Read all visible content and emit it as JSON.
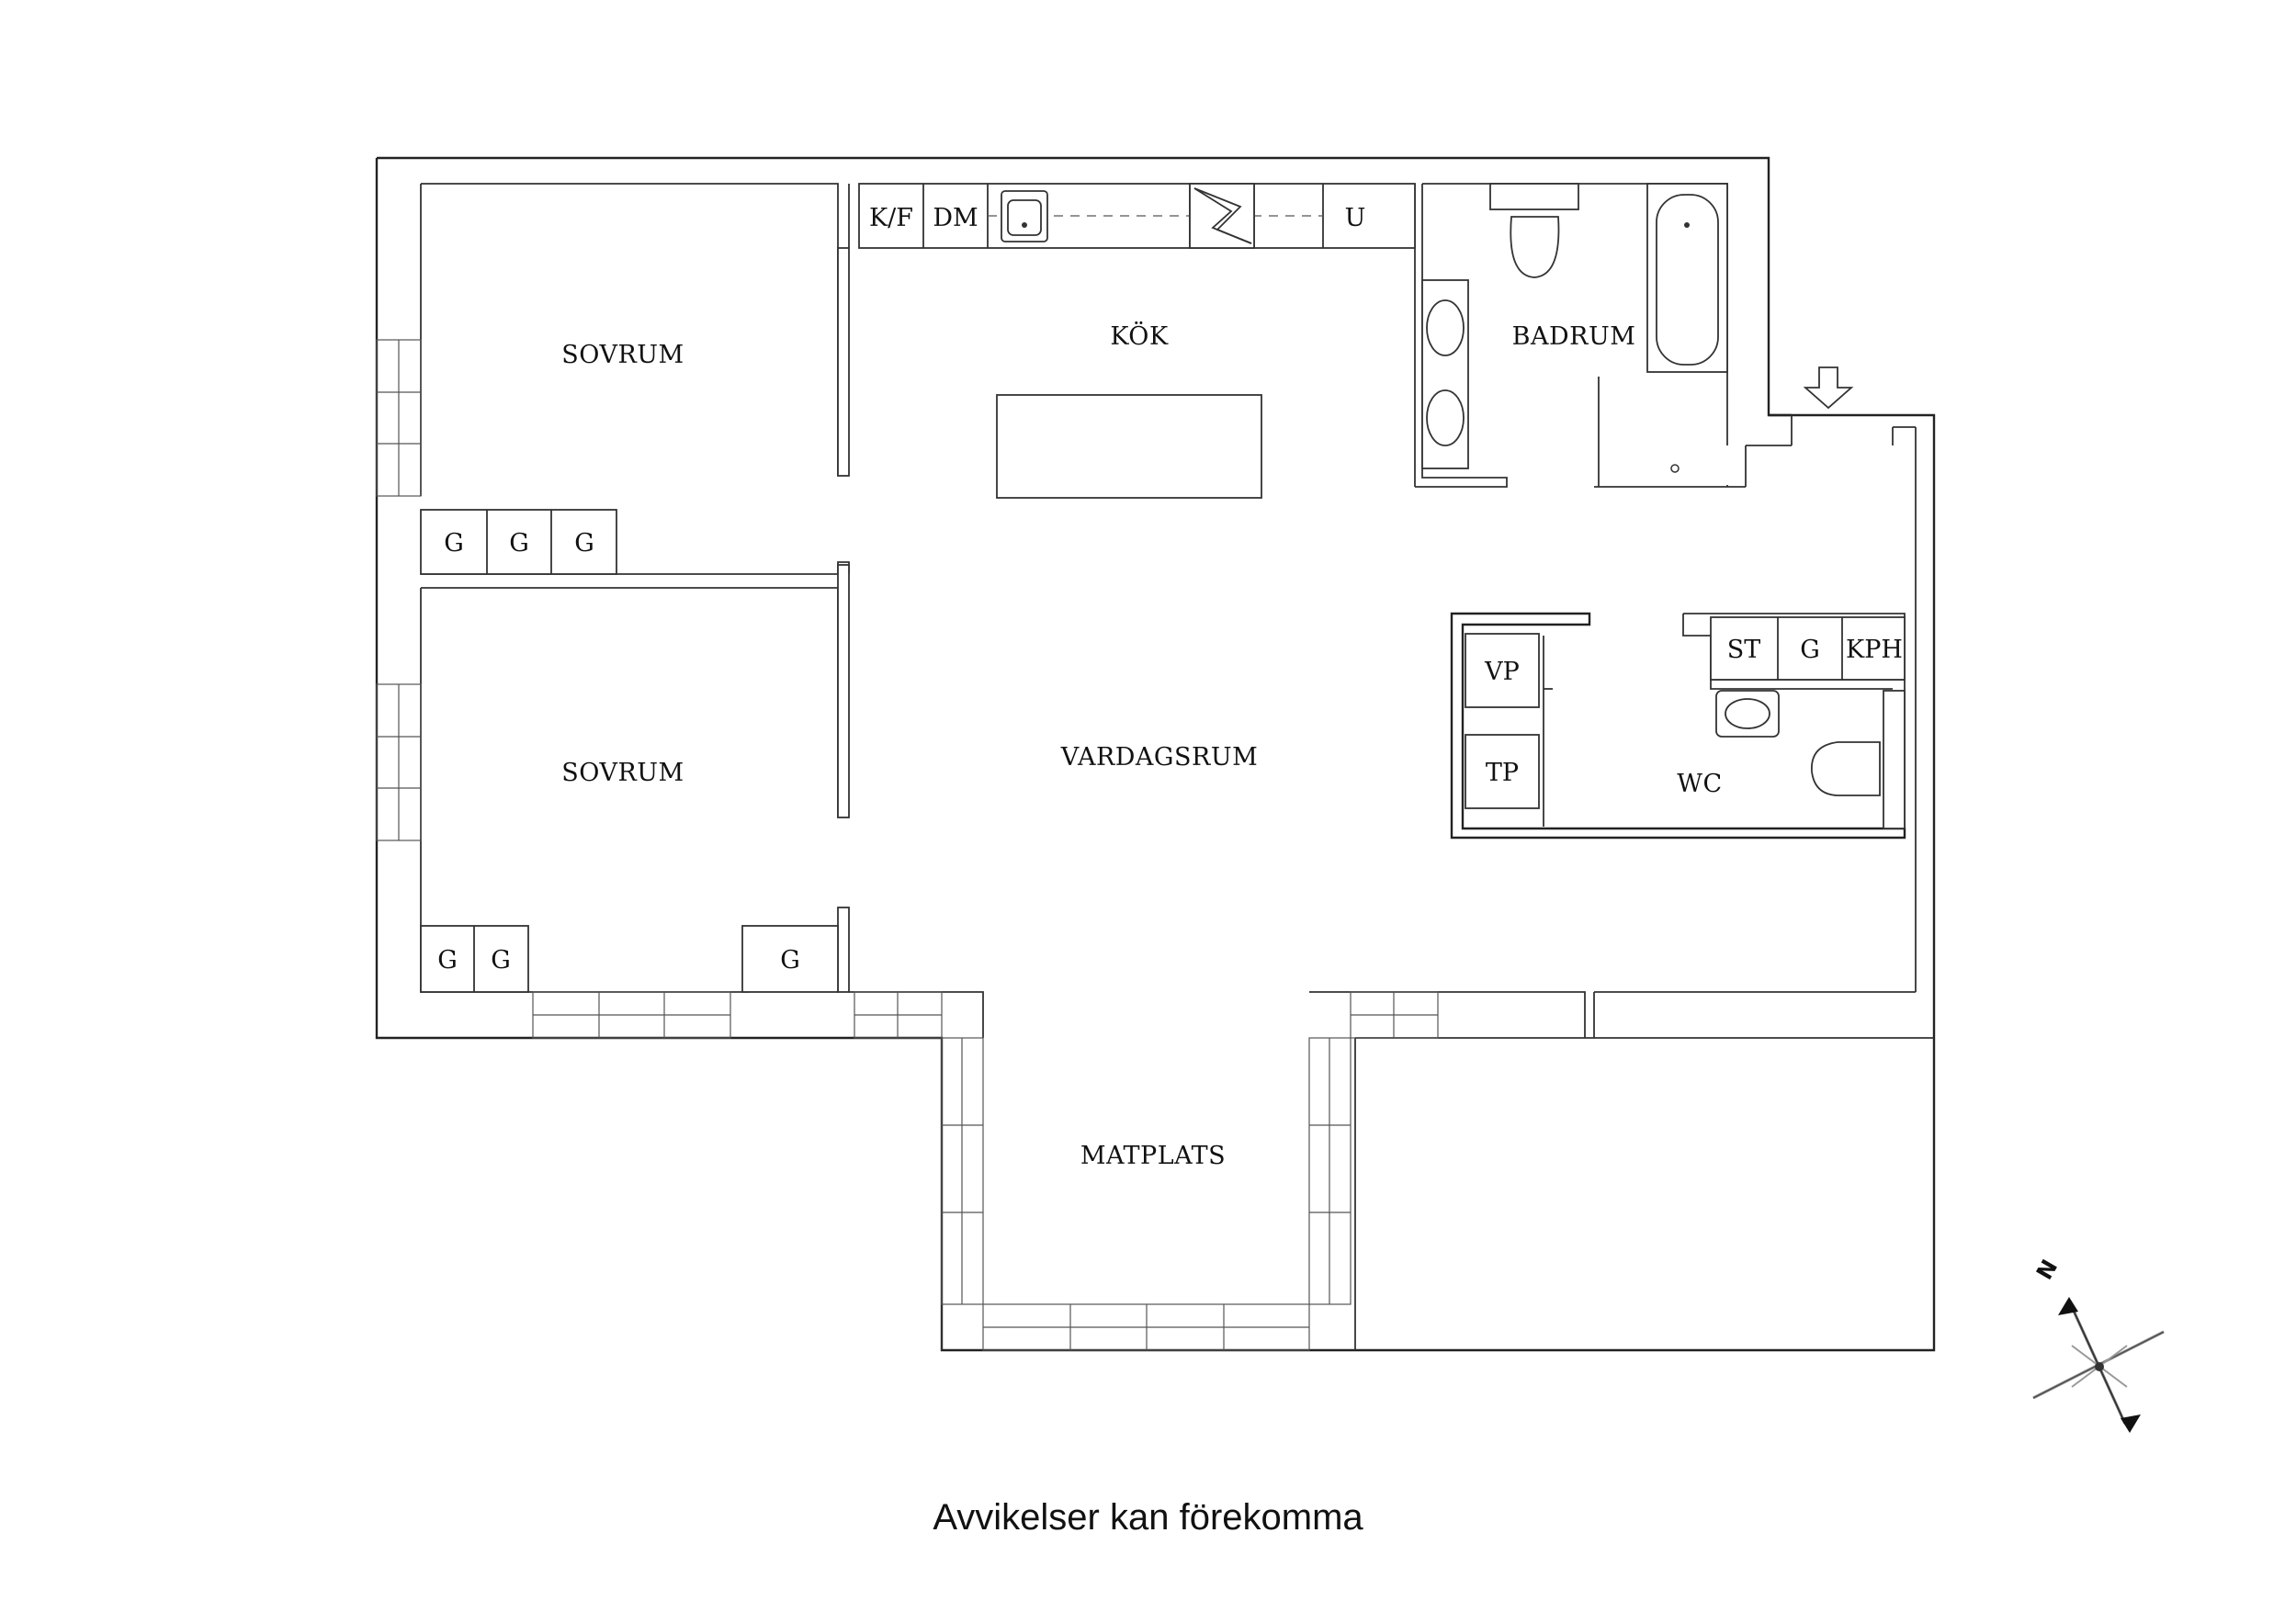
{
  "rooms": {
    "sovrum_upper": "SOVRUM",
    "sovrum_lower": "SOVRUM",
    "kok": "KÖK",
    "badrum": "BADRUM",
    "vardagsrum": "VARDAGSRUM",
    "wc": "WC",
    "matplats": "MATPLATS"
  },
  "fixtures": {
    "kf": "K/F",
    "dm": "DM",
    "u": "U",
    "g": "G",
    "vp": "VP",
    "tp": "TP",
    "st": "ST",
    "kph": "KPH"
  },
  "compass": {
    "north": "N"
  },
  "footer": "Avvikelser kan förekomma"
}
